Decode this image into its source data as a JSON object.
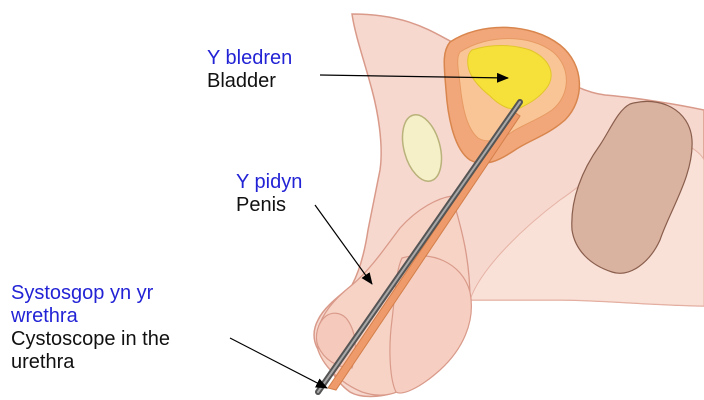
{
  "labels": {
    "bladder": {
      "welsh": "Y bledren",
      "english": "Bladder"
    },
    "penis": {
      "welsh": "Y pidyn",
      "english": "Penis"
    },
    "cystoscope": {
      "welsh_line1": "Systosgop yn yr",
      "welsh_line2": "wrethra",
      "english_line1": "Cystoscope in the",
      "english_line2": "urethra"
    }
  },
  "colors": {
    "welsh_text": "#2323d6",
    "english_text": "#111111",
    "skin": "#f6d8cf",
    "skin_outline": "#d99a8a",
    "bladder_wall": "#f1a77a",
    "bladder_inner": "#fde58a",
    "bladder_fluid": "#f5e13a",
    "urethra": "#ee9a6a",
    "scope": "#8a8a8a",
    "bone": "#f5f0c8",
    "muscle": "#d9b2a0"
  }
}
